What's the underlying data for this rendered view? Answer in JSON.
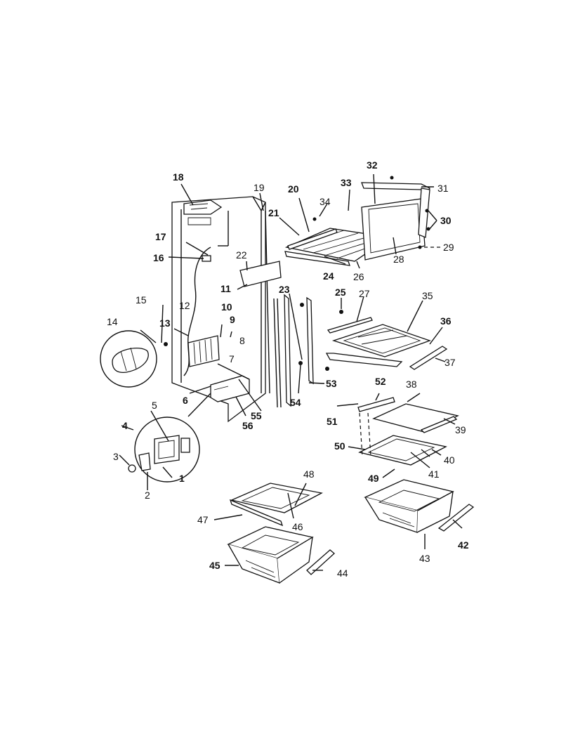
{
  "diagram": {
    "labels": [
      "1",
      "2",
      "3",
      "4",
      "5",
      "6",
      "7",
      "8",
      "9",
      "10",
      "11",
      "12",
      "13",
      "14",
      "15",
      "16",
      "17",
      "18",
      "19",
      "20",
      "21",
      "22",
      "23",
      "24",
      "25",
      "26",
      "27",
      "28",
      "29",
      "30",
      "31",
      "32",
      "33",
      "34",
      "35",
      "36",
      "37",
      "38",
      "39",
      "40",
      "41",
      "42",
      "43",
      "44",
      "45",
      "46",
      "47",
      "48",
      "49",
      "50",
      "51",
      "52",
      "53",
      "54",
      "55",
      "56"
    ]
  },
  "colors": {
    "ink": "#111111",
    "paper": "#ffffff"
  }
}
